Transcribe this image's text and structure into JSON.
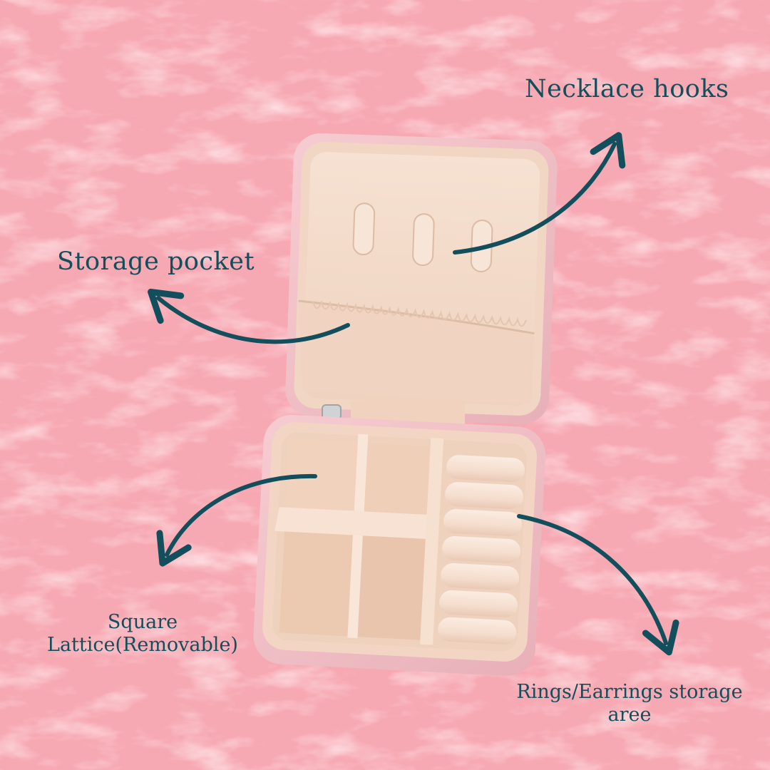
{
  "background": {
    "color": "#f7a9b3",
    "texture_color": "#fbc3ca"
  },
  "colors": {
    "annotation": "#124e5b",
    "case_shell": "#f3c3c9",
    "velvet_lining": "#f4dccb",
    "velvet_shadow": "#e7c8b2",
    "ring_roll": "#f7e3d6"
  },
  "labels": {
    "necklace_hooks": "Necklace hooks",
    "storage_pocket": "Storage pocket",
    "square_lattice_line1": "Square",
    "square_lattice_line2": "Lattice(Removable)",
    "rings_earrings_line1": "Rings/Earrings storage",
    "rings_earrings_line2": "aree"
  },
  "product": {
    "necklace_hook_count": 3,
    "lattice_compartment_count": 4,
    "ring_roll_count": 7
  },
  "icons": [
    "curved-arrow-icon"
  ]
}
